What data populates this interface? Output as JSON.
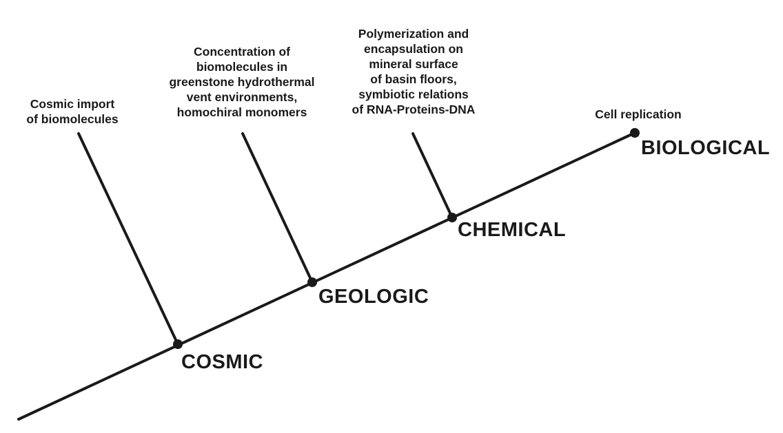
{
  "stages": [
    {
      "id": "cosmic",
      "label": "COSMIC",
      "annotation": "Cosmic import\nof biomolecules"
    },
    {
      "id": "geologic",
      "label": "GEOLOGIC",
      "annotation": "Concentration of\nbiomolecules in\ngreenstone hydrothermal\nvent environments,\nhomochiral monomers"
    },
    {
      "id": "chemical",
      "label": "CHEMICAL",
      "annotation": "Polymerization and\nencapsulation on\nmineral surface\nof basin floors,\nsymbiotic relations\nof RNA-Proteins-DNA"
    },
    {
      "id": "biological",
      "label": "BIOLOGICAL",
      "annotation": "Cell replication"
    }
  ],
  "colors": {
    "line": "#1a1a1a",
    "text": "#1a1a1a",
    "background": "#ffffff"
  }
}
